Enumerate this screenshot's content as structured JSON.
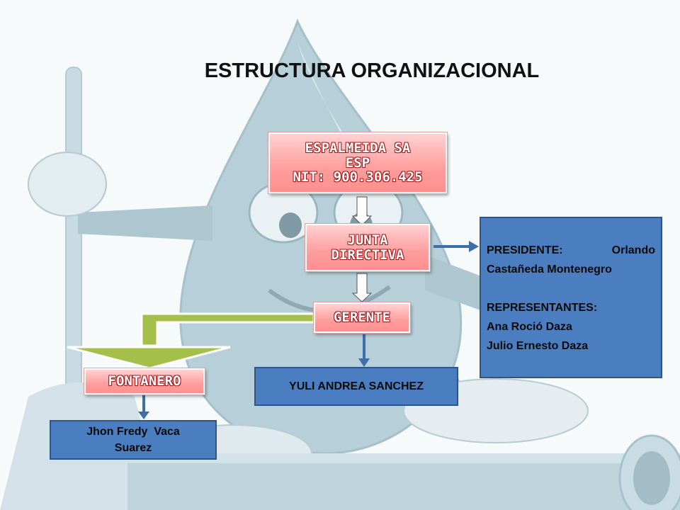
{
  "title": "ESTRUCTURA ORGANIZACIONAL",
  "org_chart": {
    "company": {
      "line1": "ESPALMEIDA SA",
      "line2": "ESP",
      "line3": "NIT: 900.306.425"
    },
    "board": {
      "line1": "JUNTA",
      "line2": "DIRECTIVA"
    },
    "manager": {
      "label": "GERENTE"
    },
    "plumber": {
      "label": "FONTANERO"
    },
    "manager_person": {
      "name": "YULI ANDREA SANCHEZ"
    },
    "plumber_person": {
      "line1": "Jhon Fredy  Vaca",
      "line2": "Suarez"
    },
    "board_members": {
      "president_label": "PRESIDENTE:",
      "president_first": "Orlando",
      "president_rest": "Castañeda Montenegro",
      "representatives_label": "REPRESENTANTES:",
      "representative_1": "Ana Roció Daza",
      "representative_2": "Julio Ernesto Daza"
    }
  },
  "colors": {
    "node_fill": "#ff9d9d",
    "node_text_outline": "#a11a1a",
    "info_fill": "#4a7ec0",
    "arrow_blue": "#3f6fa8",
    "arrow_green": "#a4c04a"
  },
  "background": "water-drop-mascot-illustration"
}
